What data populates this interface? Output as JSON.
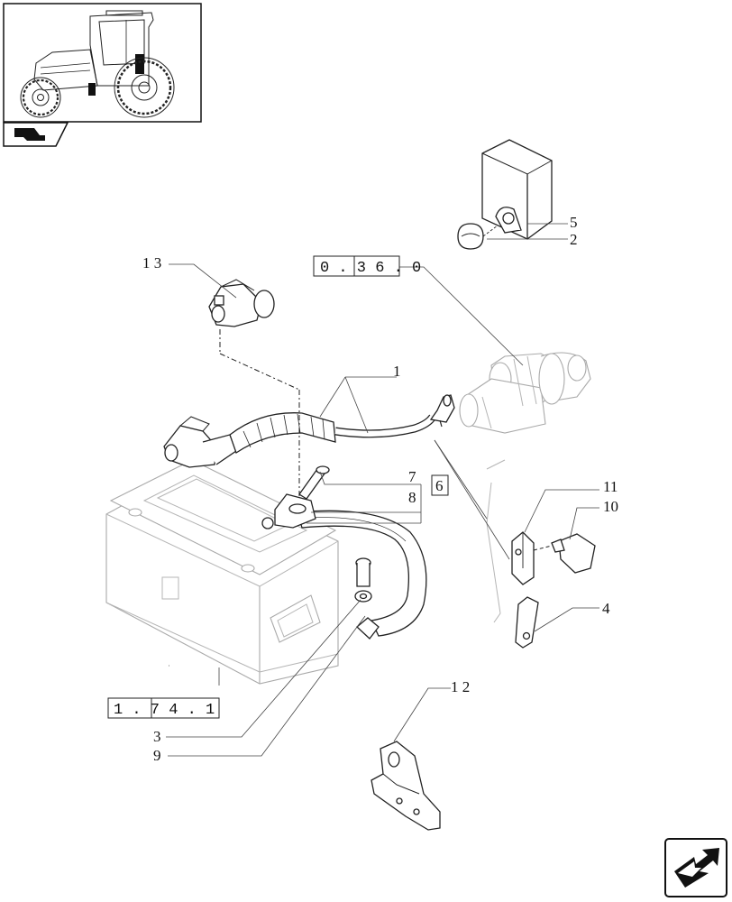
{
  "diagram": {
    "callouts": {
      "c1": "1",
      "c2": "2",
      "c3": "3",
      "c4": "4",
      "c5": "5",
      "c6": "6",
      "c7": "7",
      "c8": "8",
      "c9": "9",
      "c10": "10",
      "c11": "11",
      "c12": "1 2",
      "c13": "1 3"
    },
    "references": {
      "starter": "0 . 3 6 . 0",
      "battery": "1 . 7 4 . 1"
    }
  },
  "colors": {
    "line": "#222222",
    "ghost": "#aaaaaa",
    "background": "#ffffff"
  },
  "icons": [
    "tractor-thumbnail",
    "catalog-icon",
    "next-page-arrow-icon"
  ]
}
